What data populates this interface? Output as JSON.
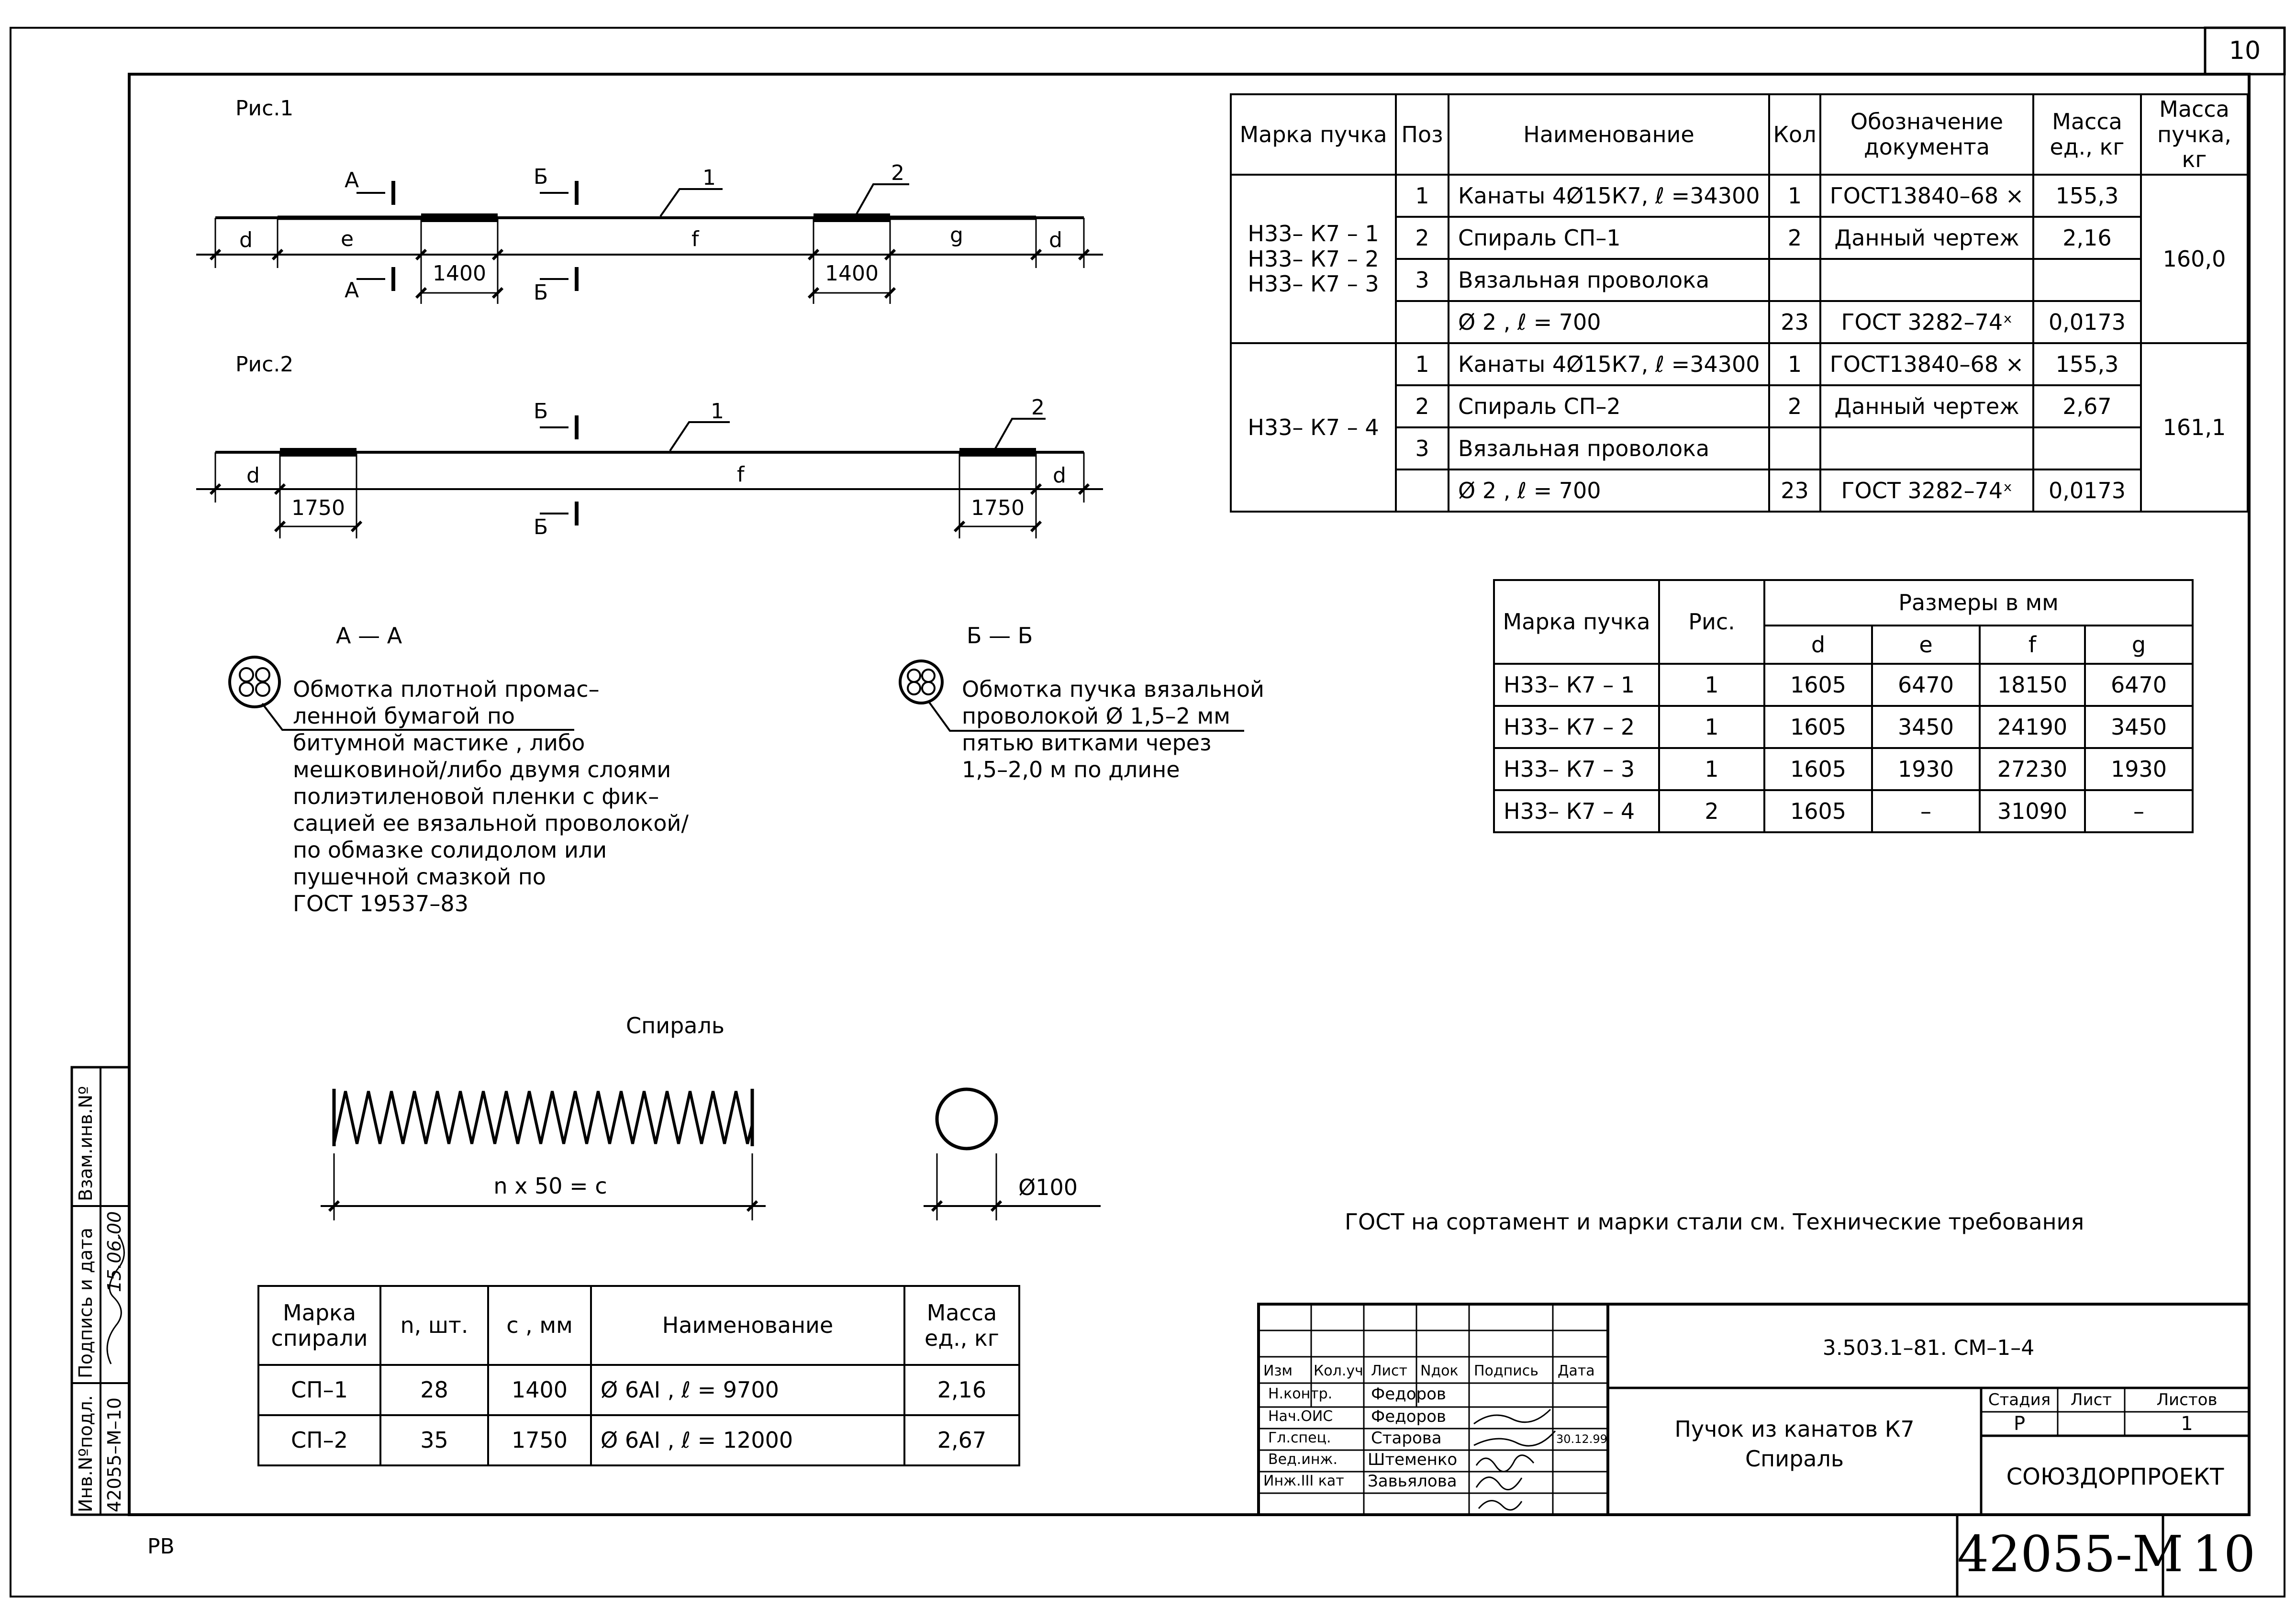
{
  "sheet": {
    "number": "10"
  },
  "fig1": {
    "title": "Рис.1",
    "dims": {
      "d1": "d",
      "e": "e",
      "len": "1400",
      "f": "f",
      "len2": "1400",
      "g": "g",
      "d2": "d"
    },
    "callouts": {
      "one": "1",
      "two": "2"
    },
    "sections": {
      "a_top": "А",
      "a_bottom": "А",
      "b_top": "Б",
      "b_bottom": "Б"
    }
  },
  "fig2": {
    "title": "Рис.2",
    "dims": {
      "d1": "d",
      "len": "1750",
      "f": "f",
      "len2": "1750",
      "d2": "d"
    },
    "callouts": {
      "one": "1",
      "two": "2"
    },
    "sections": {
      "b_top": "Б",
      "b_bottom": "Б"
    }
  },
  "section_aa": {
    "title": "А  —  А",
    "note": "Обмотка плотной промас–\nленной бумагой по\nбитумной мастике , либо\nмешковиной/либо двумя слоями\nполиэтиленовой пленки с фик–\nсацией ее вязальной проволокой/\nпо обмазке солидолом или\nпушечной смазкой по\nГОСТ 19537–83"
  },
  "section_bb": {
    "title": "Б  —  Б",
    "note": "Обмотка пучка вязальной\nпроволокой  Ø  1,5–2  мм\nпятью витками через\n1,5–2,0  м по длине"
  },
  "spiral": {
    "title": "Спираль",
    "length_label": "n  x  50  =  c",
    "diameter_label": "Ø100"
  },
  "main_table": {
    "headers": [
      "Марка пучка",
      "Поз",
      "Наименование",
      "Кол",
      "Обозначение документа",
      "Масса ед., кг",
      "Масса пучка, кг"
    ],
    "group1": {
      "marks": [
        "Н33– К7 – 1",
        "Н33– К7 – 2",
        "Н33– К7 – 3"
      ],
      "mass": "160,0",
      "rows": [
        {
          "pos": "1",
          "name": "Канаты  4Ø15К7,  ℓ =34300",
          "qty": "1",
          "doc": "ГОСТ13840–68 ×",
          "unit_mass": "155,3"
        },
        {
          "pos": "2",
          "name": "Спираль  СП–1",
          "qty": "2",
          "doc": "Данный  чертеж",
          "unit_mass": "2,16"
        },
        {
          "pos": "3",
          "name": "Вязальная  проволока",
          "qty": "",
          "doc": "",
          "unit_mass": ""
        },
        {
          "pos": "",
          "name": "Ø 2  , ℓ  =  700",
          "qty": "23",
          "doc": "ГОСТ  3282–74ˣ",
          "unit_mass": "0,0173"
        }
      ]
    },
    "group2": {
      "marks": [
        "Н33– К7 – 4"
      ],
      "mass": "161,1",
      "rows": [
        {
          "pos": "1",
          "name": "Канаты  4Ø15К7,  ℓ =34300",
          "qty": "1",
          "doc": "ГОСТ13840–68 ×",
          "unit_mass": "155,3"
        },
        {
          "pos": "2",
          "name": "Спираль  СП–2",
          "qty": "2",
          "doc": "Данный  чертеж",
          "unit_mass": "2,67"
        },
        {
          "pos": "3",
          "name": "Вязальная  проволока",
          "qty": "",
          "doc": "",
          "unit_mass": ""
        },
        {
          "pos": "",
          "name": "Ø 2  , ℓ  =  700",
          "qty": "23",
          "doc": "ГОСТ  3282–74ˣ",
          "unit_mass": "0,0173"
        }
      ]
    }
  },
  "dims_table": {
    "headers": {
      "mark": "Марка пучка",
      "fig": "Рис.",
      "group": "Размеры  в  мм",
      "d": "d",
      "e": "e",
      "f": "f",
      "g": "g"
    },
    "rows": [
      {
        "mark": "Н33– К7 – 1",
        "fig": "1",
        "d": "1605",
        "e": "6470",
        "f": "18150",
        "g": "6470"
      },
      {
        "mark": "Н33– К7 – 2",
        "fig": "1",
        "d": "1605",
        "e": "3450",
        "f": "24190",
        "g": "3450"
      },
      {
        "mark": "Н33– К7 – 3",
        "fig": "1",
        "d": "1605",
        "e": "1930",
        "f": "27230",
        "g": "1930"
      },
      {
        "mark": "Н33– К7 – 4",
        "fig": "2",
        "d": "1605",
        "e": "–",
        "f": "31090",
        "g": "–"
      }
    ]
  },
  "spiral_table": {
    "headers": [
      "Марка спирали",
      "n, шт.",
      "c , мм",
      "Наименование",
      "Масса ед., кг"
    ],
    "rows": [
      {
        "mark": "СП–1",
        "n": "28",
        "c": "1400",
        "name": "Ø  6АI  ,  ℓ  =  9700",
        "mass": "2,16"
      },
      {
        "mark": "СП–2",
        "n": "35",
        "c": "1750",
        "name": "Ø  6АI  ,  ℓ  =  12000",
        "mass": "2,67"
      }
    ]
  },
  "gost_note": "ГОСТ  на  сортамент  и  марки  стали  см.  Технические  требования",
  "title_block": {
    "code": "3.503.1–81. СМ–1–4",
    "title": "Пучок  из  канатов  К7\nСпираль",
    "stage_label": "Стадия",
    "sheet_label": "Лист",
    "sheets_label": "Листов",
    "stage": "Р",
    "sheet": "",
    "sheets": "1",
    "org": "СОЮЗДОРПРОЕКТ",
    "col_headers": [
      "Изм",
      "Кол.уч",
      "Лист",
      "Nдок",
      "Подпись",
      "Дата"
    ],
    "people": [
      {
        "role": "Н.контр.",
        "name": "Федоров",
        "date": ""
      },
      {
        "role": "Нач.ОИС",
        "name": "Федоров",
        "date": ""
      },
      {
        "role": "Гл.спец.",
        "name": "Старова",
        "date": "30.12.99"
      },
      {
        "role": "Вед.инж.",
        "name": "Штеменко",
        "date": ""
      },
      {
        "role": "Инж.III кат",
        "name": "Завьялова",
        "date": ""
      }
    ],
    "doc_number": "42055-М",
    "sheet_number": "10"
  },
  "side_stamp": {
    "inv_label": "Инв.Nºподл.",
    "inv_value": "42055–М–10",
    "sign_label": "Подпись и дата",
    "sign_value": "15.06.00",
    "swap_label": "Взам.инв.Nº"
  },
  "footer_mark": "РВ"
}
